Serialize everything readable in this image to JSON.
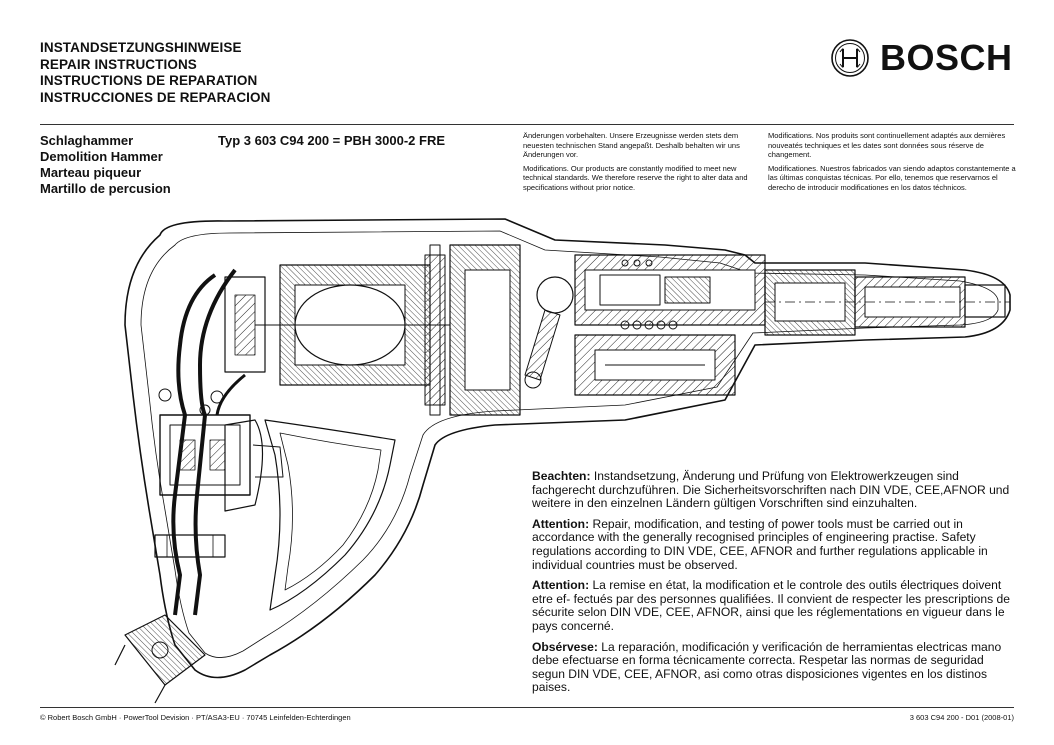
{
  "header": {
    "titles": [
      "INSTANDSETZUNGSHINWEISE",
      "REPAIR INSTRUCTIONS",
      "INSTRUCTIONS DE REPARATION",
      "INSTRUCCIONES DE REPARACION"
    ],
    "logo_text": "BOSCH",
    "logo_icon": "bosch-armature-icon"
  },
  "product": {
    "names": [
      "Schlaghammer",
      "Demolition Hammer",
      "Marteau piqueur",
      "Martillo de percusion"
    ],
    "type_line": "Typ 3 603 C94 200  = PBH 3000-2 FRE"
  },
  "modifications": {
    "col1": [
      "Änderungen vorbehalten. Unsere Erzeugnisse werden stets dem neuesten technischen Stand angepaßt. Deshalb behalten wir uns Änderungen vor.",
      "Modifications. Our products are constantly modified to meet new technical standards. We therefore reserve the right to alter data and specifications without prior notice."
    ],
    "col2": [
      "Modifications. Nos produits sont continuellement adaptés aux dernières nouveatés techniques et les dates sont données sous réserve de changement.",
      "Modificationes. Nuestros fabricados van siendo adaptos constantemente a las últimas conquistas técnicas. Por ello, tenemos que reservarnos el derecho de introducir modificationes en los datos téchnicos."
    ]
  },
  "notes": [
    {
      "label": "Beachten:",
      "text": " Instandsetzung, Änderung und Prüfung von Elektrowerkzeugen sind fachgerecht durchzuführen. Die Sicherheitsvorschriften nach DIN VDE, CEE,AFNOR und weitere in den einzelnen Ländern gültigen Vorschriften sind einzuhalten."
    },
    {
      "label": "Attention:",
      "text": " Repair, modification, and testing of power tools must be carried out in accordance with the generally recognised principles of engineering practise. Safety regulations according to DIN VDE, CEE, AFNOR and further regulations applicable in individual countries must be observed."
    },
    {
      "label": "Attention:",
      "text": " La remise en état, la modification et le controle des outils électriques doivent etre ef- fectués par des personnes qualifiées. Il convient de respecter les prescriptions de sécurite selon DIN VDE, CEE, AFNOR, ainsi que les réglementations en vigueur dans le pays concerné."
    },
    {
      "label": "Obsérvese:",
      "text": " La reparación, modificación y verificación de herramientas electricas mano debe  efectuarse en forma técnicamente correcta. Respetar las normas de seguridad segun DIN VDE, CEE, AFNOR, asi como otras disposiciones vigentes en los distinos paises."
    }
  ],
  "footer": {
    "left": "© Robert Bosch GmbH · PowerTool Devision · PT/ASA3-EU · 70745 Leinfelden-Echterdingen",
    "right": "3 603 C94 200 - D01 (2008-01)"
  }
}
